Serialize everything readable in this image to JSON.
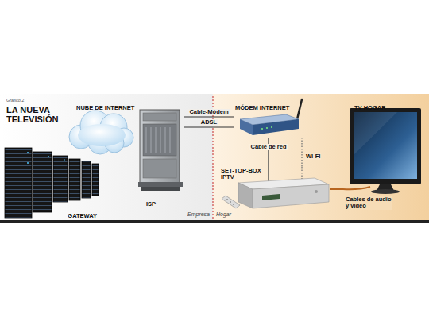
{
  "diagram": {
    "title": "LA NUEVA TELEVISIÓN",
    "nodes": [
      {
        "text": [
          "GATEWAY"
        ]
      },
      {
        "text": [
          "NUBE DE INTERNET"
        ]
      },
      {
        "text": [
          "ISP"
        ]
      },
      {
        "text": [
          "MÓDEM INTERNET"
        ]
      },
      {
        "text": [
          "SET-TOP-BOX IPTV"
        ]
      },
      {
        "text": [
          "TV HOGAR"
        ]
      }
    ],
    "edges": [
      {
        "from": 2,
        "to": 3,
        "arrow": "none",
        "label": "Cable-Módem"
      },
      {
        "from": 2,
        "to": 3,
        "arrow": "none",
        "label": "ADSL"
      },
      {
        "from": 3,
        "to": 4,
        "arrow": "none",
        "label": "Cable de red"
      },
      {
        "from": 3,
        "to": 4,
        "arrow": "none",
        "label": "WI-FI"
      },
      {
        "from": 4,
        "to": 5,
        "arrow": "none",
        "label": "Cables de audio y video"
      }
    ],
    "labels": [
      "Gráfico 2",
      "Empresa",
      "Hogar"
    ]
  }
}
